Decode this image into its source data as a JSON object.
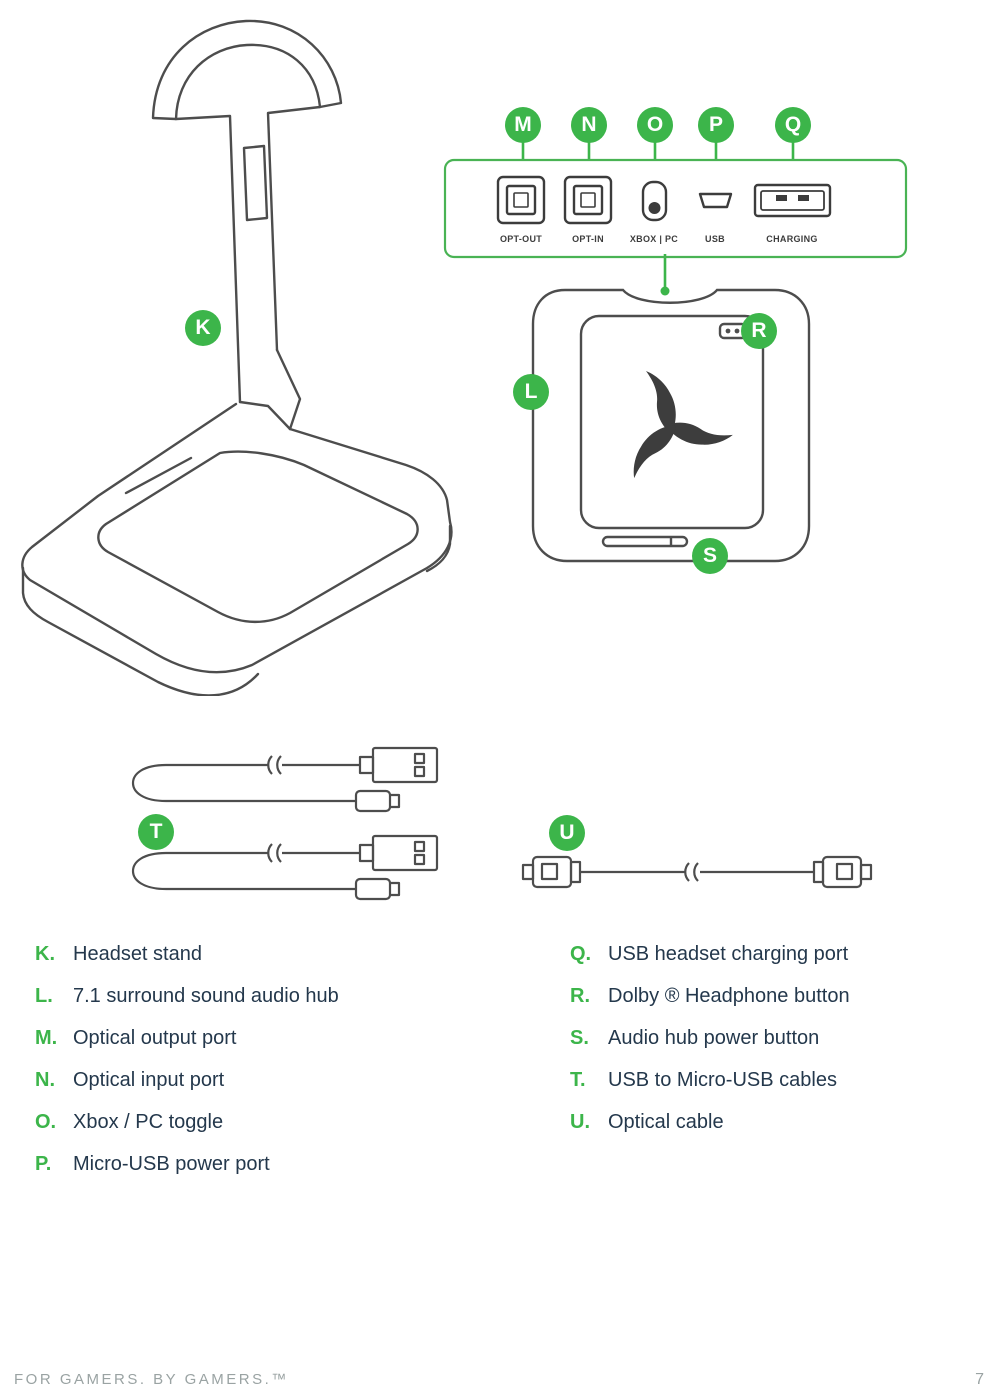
{
  "colors": {
    "accent_green": "#3cb54a",
    "panel_border_green": "#49b354",
    "drawing_line": "#4d4d4d",
    "legend_text": "#24384c",
    "footer_gray": "#9aa3a3"
  },
  "ports_panel": {
    "ports": [
      {
        "letter": "M",
        "caption": "OPT-OUT"
      },
      {
        "letter": "N",
        "caption": "OPT-IN"
      },
      {
        "letter": "O",
        "caption": "XBOX | PC"
      },
      {
        "letter": "P",
        "caption": "USB"
      },
      {
        "letter": "Q",
        "caption": "CHARGING"
      }
    ]
  },
  "badges": {
    "stand": "K",
    "hub": "L",
    "dolby_button": "R",
    "power_button": "S",
    "usb_cables": "T",
    "optical_cable": "U"
  },
  "legend": {
    "left": [
      {
        "letter": "K.",
        "text": "Headset stand"
      },
      {
        "letter": "L.",
        "text": "7.1 surround sound audio hub"
      },
      {
        "letter": "M.",
        "text": "Optical output port"
      },
      {
        "letter": "N.",
        "text": "Optical input port"
      },
      {
        "letter": "O.",
        "text": "Xbox / PC toggle"
      },
      {
        "letter": "P.",
        "text": "Micro-USB power port"
      }
    ],
    "right": [
      {
        "letter": "Q.",
        "text": "USB headset charging port"
      },
      {
        "letter": "R.",
        "text": "Dolby ® Headphone button"
      },
      {
        "letter": "S.",
        "text": "Audio hub power button"
      },
      {
        "letter": "T.",
        "text": "USB to Micro-USB cables"
      },
      {
        "letter": "U.",
        "text": "Optical cable"
      }
    ]
  },
  "footer": {
    "tagline": "FOR GAMERS. BY GAMERS.™",
    "page_number": "7"
  }
}
